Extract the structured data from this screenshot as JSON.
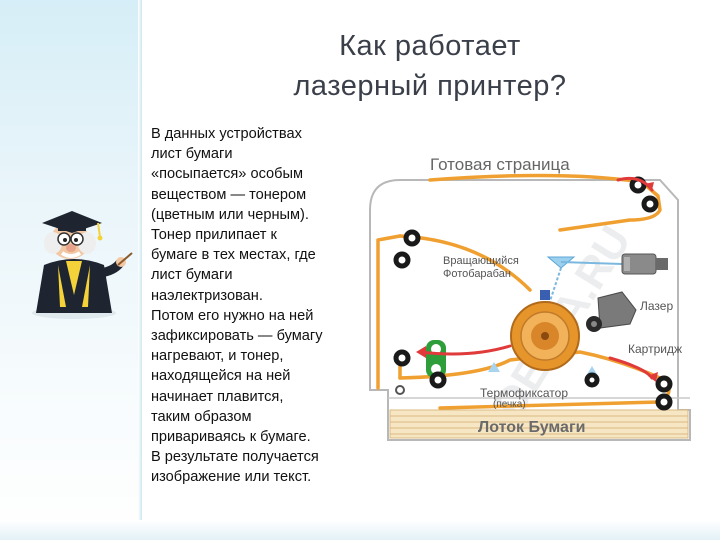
{
  "title": {
    "line1": "Как работает",
    "line2": "лазерный принтер?"
  },
  "body": {
    "text": "В данных устройствах\nлист бумаги\n«посыпается» особым\nвеществом — тонером\n(цветным или черным).\nТонер прилипает к\nбумаге в тех местах, где\nлист бумаги\nнаэлектризован.\nПотом его нужно на ней\nзафиксировать — бумагу\nнагревают, и тонер,\nнаходящейся на ней\nначинает плавится,\nтаким образом\nпривариваясь к бумаге.\nВ результате получается\nизображение или текст."
  },
  "diagram": {
    "labels": {
      "finished_page": "Готовая страница",
      "drum_line1": "Вращающийся",
      "drum_line2": "Фотобарабан",
      "laser": "Лазер",
      "cartridge": "Картридж",
      "fuser_line1": "Термофиксатор",
      "fuser_line2": "(печка)",
      "paper_tray": "Лоток Бумаги"
    },
    "watermark": "DELTA.RU",
    "colors": {
      "paper_path": "#f0a030",
      "arrow": "#e03a3a",
      "roller": "#1a1a1a",
      "drum": "#e6952a",
      "laser_beam": "#7ab8e0",
      "fuser": "#2e9e3a"
    }
  },
  "decor": {
    "mascot_icon": "professor-mascot-icon"
  }
}
